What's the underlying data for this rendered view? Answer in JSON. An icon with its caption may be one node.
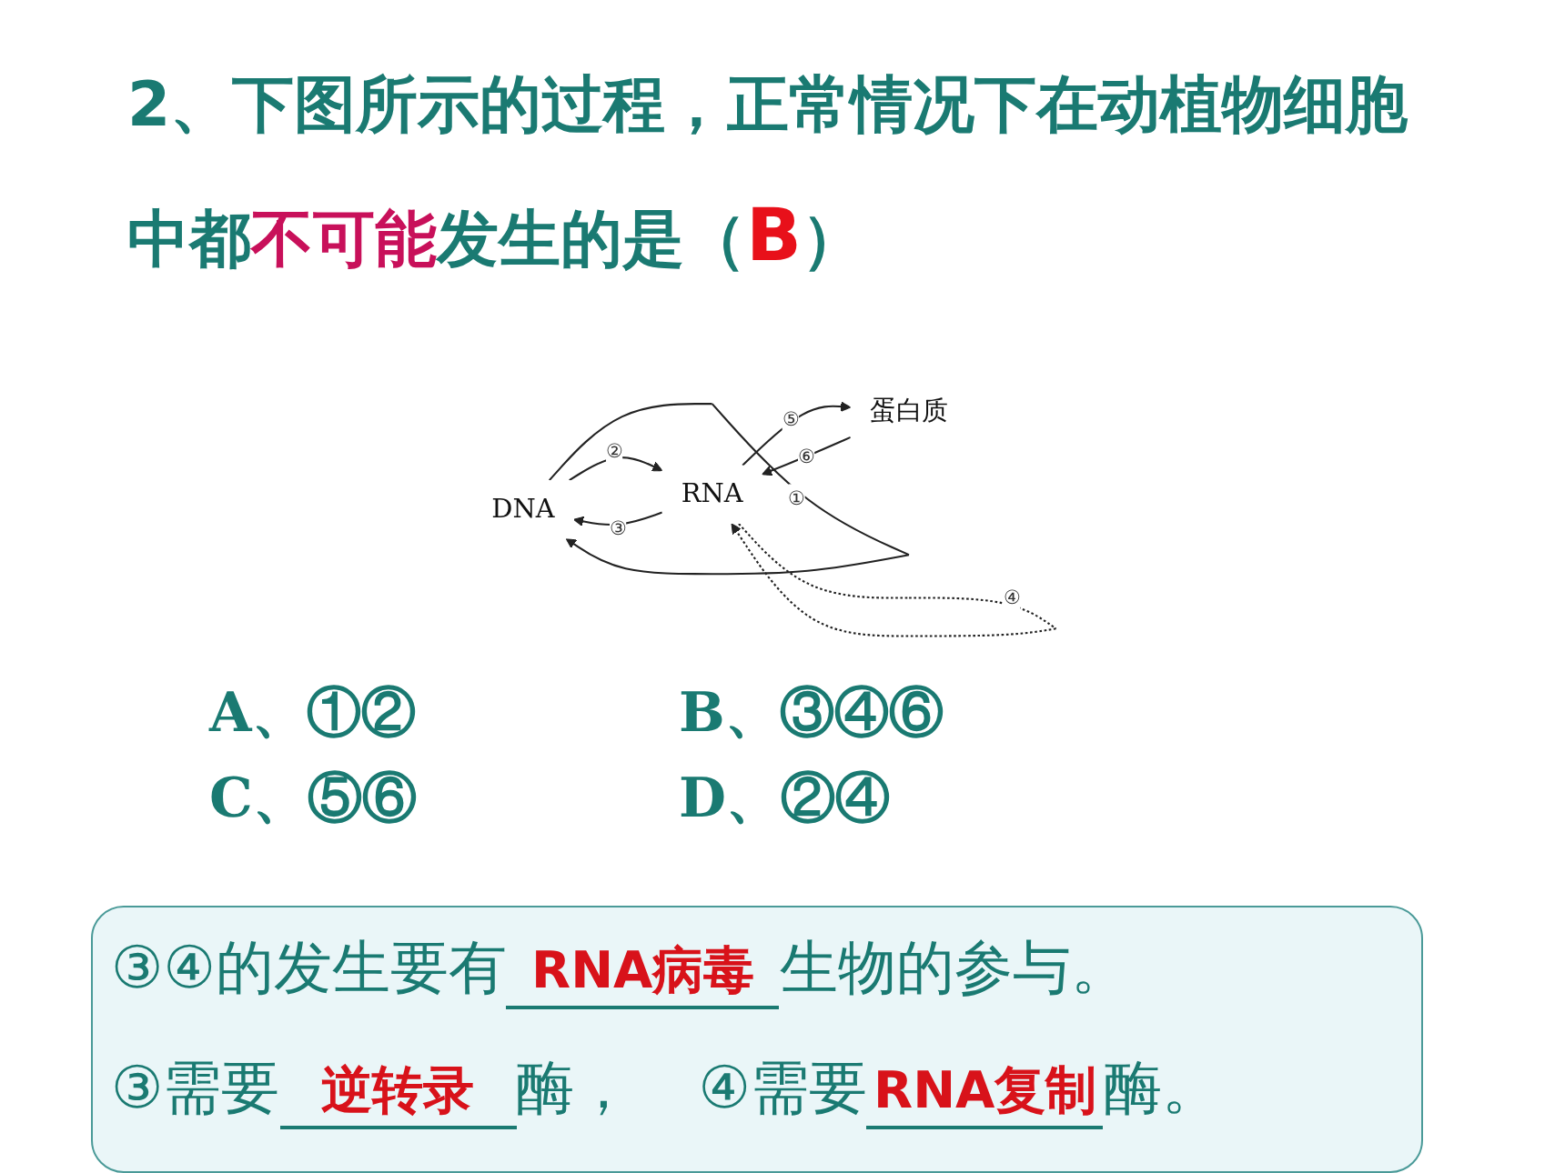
{
  "diagram": {
    "title": "2、下图所示的过程，正常情况下在动植物细胞中都**不可能**发生的是（**B**）",
    "nodes": [
      {
        "text": [
          "DNA"
        ]
      },
      {
        "text": [
          "RNA"
        ]
      },
      {
        "text": [
          "蛋白质"
        ]
      }
    ],
    "edges": [
      {
        "from": 0,
        "to": 0,
        "arrow": "to",
        "label": "①"
      },
      {
        "from": 0,
        "to": 1,
        "arrow": "to",
        "label": "②"
      },
      {
        "from": 1,
        "to": 0,
        "arrow": "to",
        "label": "③"
      },
      {
        "from": 1,
        "to": 1,
        "arrow": "to",
        "label": "④",
        "style": "dashed"
      },
      {
        "from": 1,
        "to": 2,
        "arrow": "to",
        "label": "⑤"
      },
      {
        "from": 2,
        "to": 1,
        "arrow": "to",
        "label": "⑥"
      }
    ],
    "labels": [
      "A、①②",
      "B、③④⑥",
      "C、⑤⑥",
      "D、②④",
      "③④的发生要有",
      "RNA病毒",
      "生物的参与。",
      "③需要",
      "逆转录",
      "酶，",
      "④需要",
      "RNA复制",
      "酶。"
    ]
  }
}
